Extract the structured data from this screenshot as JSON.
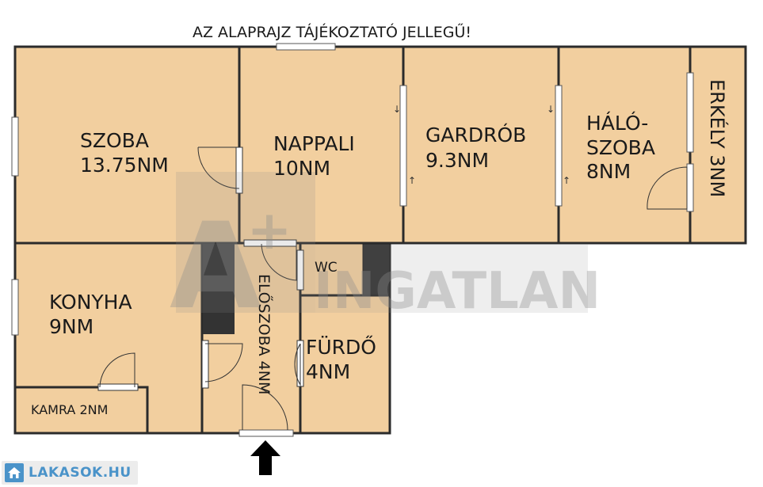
{
  "notice": "AZ ALAPRAJZ TÁJÉKOZTATÓ JELLEGŰ!",
  "rooms": {
    "szoba": {
      "line1": "SZOBA",
      "line2": "13.75NM"
    },
    "nappali": {
      "line1": "NAPPALI",
      "line2": "10NM"
    },
    "gardrob": {
      "line1": "GARDRÓB",
      "line2": "9.3NM"
    },
    "haloszoba": {
      "line1": "HÁLÓ-",
      "line2": "SZOBA",
      "line3": "8NM"
    },
    "erkely": {
      "label": "ERKÉLY 3NM"
    },
    "konyha": {
      "line1": "KONYHA",
      "line2": "9NM"
    },
    "kamra": {
      "label": "KAMRA 2NM"
    },
    "eloszoba": {
      "label": "ELŐSZOBA 4NM"
    },
    "wc": {
      "label": "WC"
    },
    "furdo": {
      "line1": "FÜRDŐ",
      "line2": "4NM"
    }
  },
  "watermark": {
    "letter": "A",
    "plus": "+",
    "word": "INGATLAN"
  },
  "logo": {
    "text": "LAKASOK.HU"
  },
  "colors": {
    "floor": "#f2cf9f",
    "wall": "#2b2b2b",
    "column": "#333333",
    "watermark": "#8c8c8c",
    "logo": "#4a93c9"
  }
}
